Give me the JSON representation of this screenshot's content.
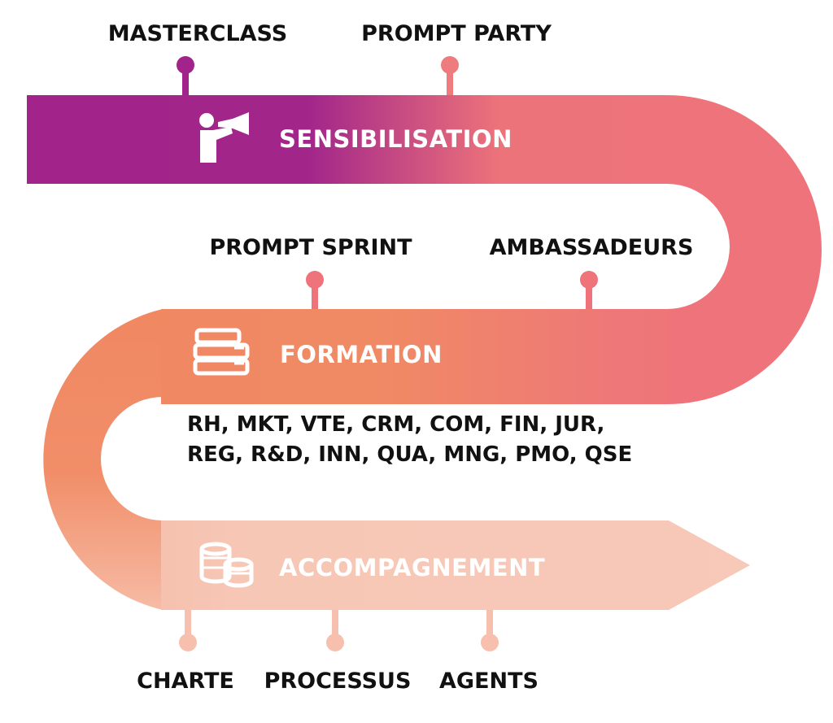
{
  "stages": [
    {
      "label": "SENSIBILISATION",
      "icon": "megaphone-person-icon",
      "milestones": [
        "MASTERCLASS",
        "PROMPT PARTY"
      ]
    },
    {
      "label": "FORMATION",
      "icon": "books-stack-icon",
      "milestones": [
        "PROMPT SPRINT",
        "AMBASSADEURS"
      ]
    },
    {
      "label": "ACCOMPAGNEMENT",
      "icon": "coins-stack-icon",
      "milestones": [
        "CHARTE",
        "PROCESSUS",
        "AGENTS"
      ]
    }
  ],
  "departments": {
    "line1": "RH, MKT, VTE, CRM, COM, FIN, JUR,",
    "line2": "REG, R&D, INN, QUA, MNG, PMO, QSE"
  },
  "colors": {
    "purple": "#A2238A",
    "pink": "#EE737A",
    "orange": "#F08862",
    "peach": "#F7C7B6"
  }
}
